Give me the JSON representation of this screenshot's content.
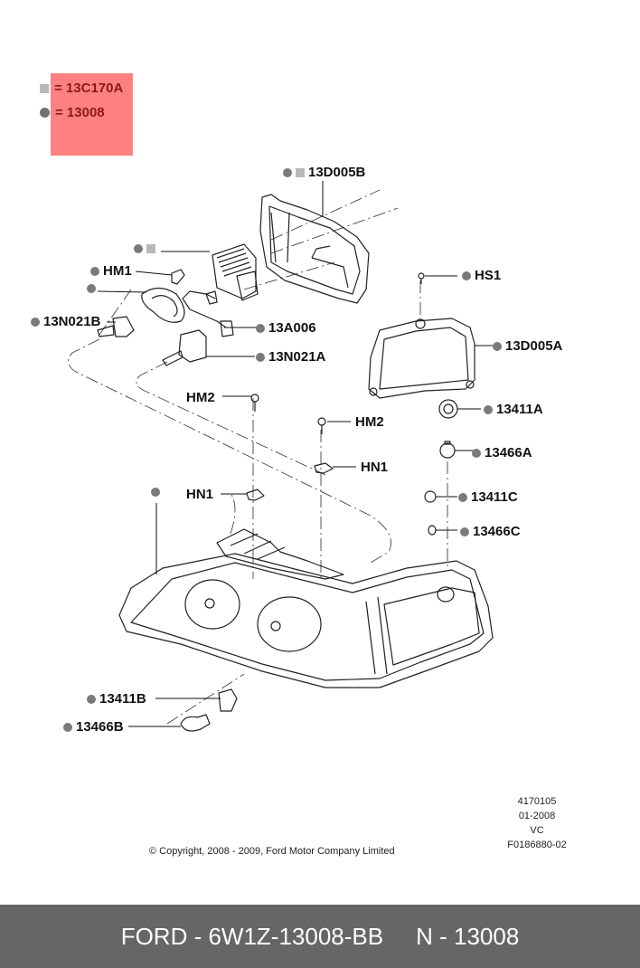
{
  "legend": {
    "items": [
      {
        "symbol": "square-icon",
        "color": "#b8b8b8",
        "text": "= 13C170A"
      },
      {
        "symbol": "circle-icon",
        "color": "#707070",
        "text": "= 13008"
      }
    ],
    "background": "#ff8080",
    "text_color": "#8b1a1a"
  },
  "callouts": {
    "c13D005B": "13D005B",
    "HM1": "HM1",
    "c13N021B": "13N021B",
    "c13A006": "13A006",
    "c13N021A": "13N021A",
    "HS1": "HS1",
    "c13D005A": "13D005A",
    "HM2_left": "HM2",
    "HM2_right": "HM2",
    "HN1_right": "HN1",
    "HN1_left": "HN1",
    "c13411A": "13411A",
    "c13466A": "13466A",
    "c13411C": "13411C",
    "c13466C": "13466C",
    "c13411B": "13411B",
    "c13466B": "13466B"
  },
  "meta": {
    "line1": "4170105",
    "line2": "01-2008",
    "line3": "VC",
    "line4": "F0186880-02"
  },
  "copyright": "© Copyright, 2008 - 2009, Ford Motor Company Limited",
  "footer": {
    "part_number": "FORD - 6W1Z-13008-BB",
    "reference": "N - 13008"
  }
}
